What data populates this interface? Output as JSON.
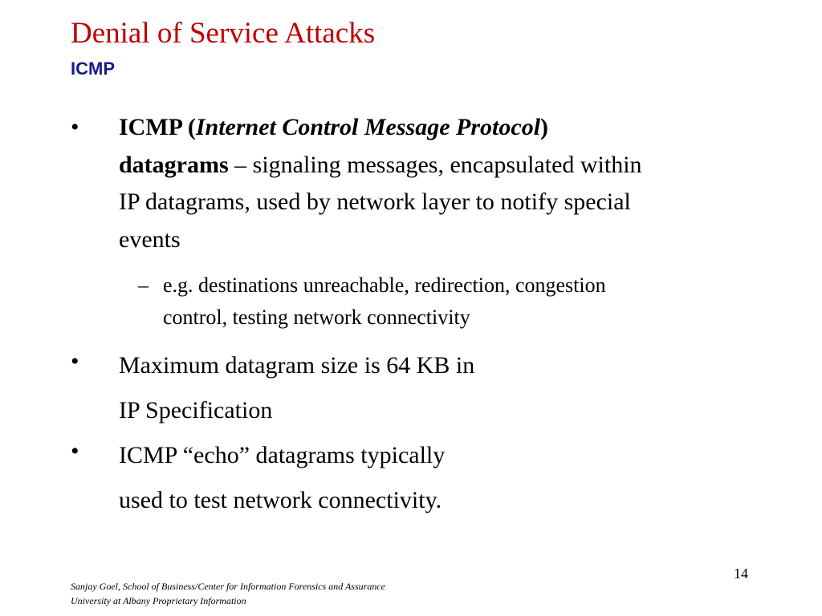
{
  "slide": {
    "title": "Denial of Service Attacks",
    "subtitle": "ICMP"
  },
  "bullets": {
    "marker": "•",
    "item1": {
      "term_bold_1": "ICMP (",
      "term_italic": "Internet Control Message Protocol",
      "term_bold_2": ")",
      "term_bold_3": "datagrams",
      "line2_rest": " – signaling messages, encapsulated within",
      "line3": "IP datagrams, used by network layer to notify special",
      "line4": "events"
    },
    "subitem": {
      "marker": "–",
      "line1": "e.g. destinations unreachable, redirection, congestion",
      "line2": "control, testing network connectivity"
    },
    "item2": {
      "line1": "Maximum datagram size is 64 KB in",
      "line2": "IP Specification"
    },
    "item3": {
      "line1": "ICMP “echo” datagrams typically",
      "line2": "used to test network connectivity."
    }
  },
  "footer": {
    "page_number": "14",
    "line1": "Sanjay Goel, School of Business/Center for Information Forensics and Assurance",
    "line2": "University at Albany Proprietary Information"
  }
}
